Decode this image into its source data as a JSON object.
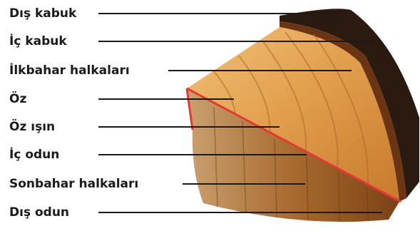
{
  "labels": [
    "Dış kabuk",
    "İç kabuk",
    "İlkbahar halkaları",
    "Öz",
    "Öz ışın",
    "İç odun",
    "Sonbahar halkaları",
    "Dış odun"
  ],
  "colors": {
    "edge_highlight": "#e53935",
    "wood_light": "#e8a955",
    "wood_mid": "#c97a2e",
    "wood_dark": "#8a4a1a",
    "bark": "#2b1a10"
  }
}
